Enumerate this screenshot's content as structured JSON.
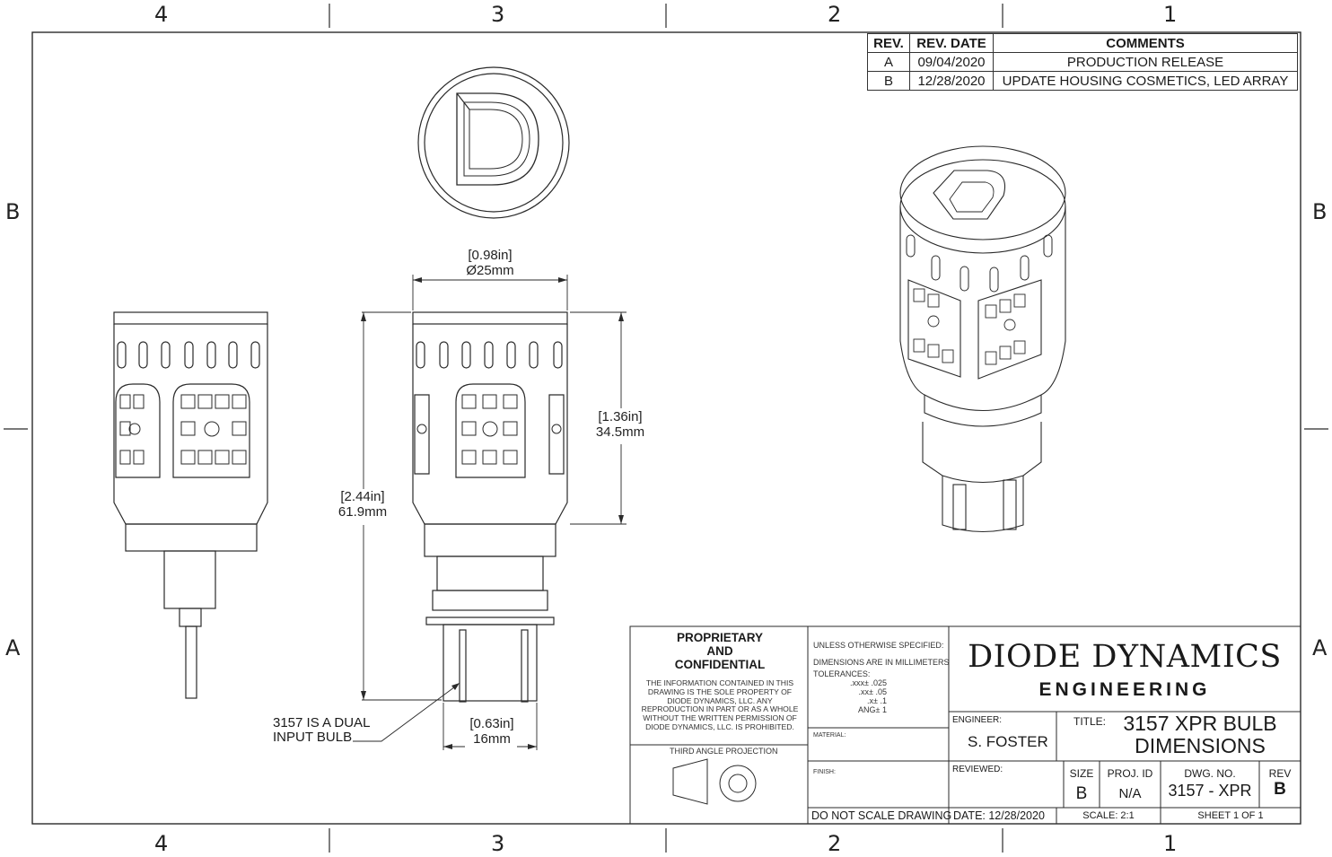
{
  "zones": {
    "columns": [
      "4",
      "3",
      "2",
      "1"
    ],
    "rows": [
      "B",
      "A"
    ]
  },
  "revision_table": {
    "headers": [
      "REV.",
      "REV. DATE",
      "COMMENTS"
    ],
    "rows": [
      [
        "A",
        "09/04/2020",
        "PRODUCTION RELEASE"
      ],
      [
        "B",
        "12/28/2020",
        "UPDATE HOUSING COSMETICS, LED ARRAY"
      ]
    ]
  },
  "dimensions": {
    "diameter_in": "[0.98in]",
    "diameter_mm": "Ø25mm",
    "body_in": "[1.36in]",
    "body_mm": "34.5mm",
    "total_in": "[2.44in]",
    "total_mm": "61.9mm",
    "base_in": "[0.63in]",
    "base_mm": "16mm"
  },
  "callout": {
    "line1": "3157 IS A DUAL",
    "line2": "INPUT BULB"
  },
  "proprietary": {
    "title_line1": "PROPRIETARY",
    "title_line2": "AND",
    "title_line3": "CONFIDENTIAL",
    "body_line1": "THE INFORMATION CONTAINED IN THIS",
    "body_line2": "DRAWING IS THE SOLE PROPERTY OF",
    "body_line3": "DIODE DYNAMICS, LLC.  ANY",
    "body_line4": "REPRODUCTION IN PART OR AS A WHOLE",
    "body_line5": "WITHOUT THE WRITTEN PERMISSION OF",
    "body_line6": "DIODE DYNAMICS, LLC. IS PROHIBITED.",
    "projection": "THIRD ANGLE PROJECTION"
  },
  "notes": {
    "line1": "UNLESS OTHERWISE SPECIFIED:",
    "line2": "DIMENSIONS ARE IN MILLIMETERS",
    "tolerances": "TOLERANCES:",
    "tol1": ".xxx± .025",
    "tol2": ".xx± .05",
    "tol3": ".x± .1",
    "tol4": "ANG± 1",
    "material": "MATERIAL:",
    "finish": "FINISH:",
    "no_scale": "DO NOT SCALE DRAWING"
  },
  "title_block": {
    "company": "DIODE DYNAMICS",
    "division": "ENGINEERING",
    "engineer_label": "ENGINEER:",
    "engineer": "S. FOSTER",
    "reviewed_label": "REVIEWED:",
    "title_label": "TITLE:",
    "title_line1": "3157 XPR BULB",
    "title_line2": "DIMENSIONS",
    "size_label": "SIZE",
    "size": "B",
    "proj_label": "PROJ. ID",
    "proj": "N/A",
    "dwg_label": "DWG. NO.",
    "dwg": "3157 - XPR",
    "rev_label": "REV",
    "rev": "B",
    "date": "DATE: 12/28/2020",
    "scale": "SCALE: 2:1",
    "sheet": "SHEET 1 OF 1"
  },
  "colors": {
    "line": "#2a2a2a",
    "paper": "#ffffff"
  }
}
